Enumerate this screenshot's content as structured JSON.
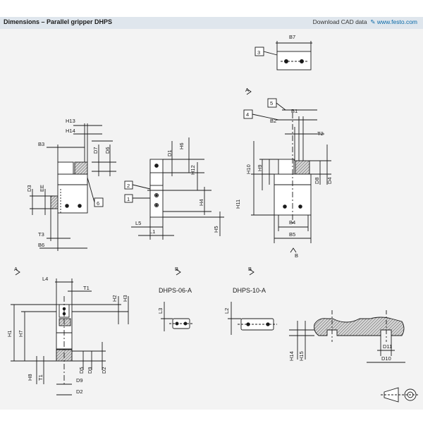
{
  "header": {
    "title": "Dimensions – Parallel gripper DHPS",
    "download_label": "Download CAD data",
    "link_icon": "pencil-link-icon",
    "link_text": "www.festo.com"
  },
  "views": {
    "dhps06": "DHPS-06-A",
    "dhps10": "DHPS-10-A"
  },
  "section_markers": [
    "A",
    "B",
    "B",
    "B",
    "A"
  ],
  "callouts": [
    "1",
    "2",
    "3",
    "4",
    "5",
    "6"
  ],
  "dimensions": {
    "top_plan": [
      "B7"
    ],
    "front_right": [
      "B1",
      "B2",
      "T2",
      "H10",
      "H9",
      "D8",
      "D4",
      "H11",
      "B4",
      "B5"
    ],
    "front_left": [
      "H13",
      "H14",
      "B3",
      "D7",
      "D6",
      "D3",
      "EE",
      "T3",
      "B6"
    ],
    "side_center": [
      "D1",
      "H6",
      "H12",
      "H4",
      "L5",
      "L1",
      "H5"
    ],
    "bottom_left": [
      "L4",
      "T1",
      "H2",
      "H3",
      "H1",
      "H7",
      "H8",
      "T1",
      "D5",
      "D9",
      "D2",
      "D9",
      "D2"
    ],
    "dhps06": [
      "L3"
    ],
    "dhps10": [
      "L2"
    ],
    "jaw_section": [
      "H14",
      "H15",
      "D11",
      "D10"
    ]
  },
  "colors": {
    "header_bg": "#dfe6ed",
    "drawing_bg": "#f3f3f3",
    "line": "#1a1a1a",
    "hatch_fill": "#b9b9b9"
  }
}
